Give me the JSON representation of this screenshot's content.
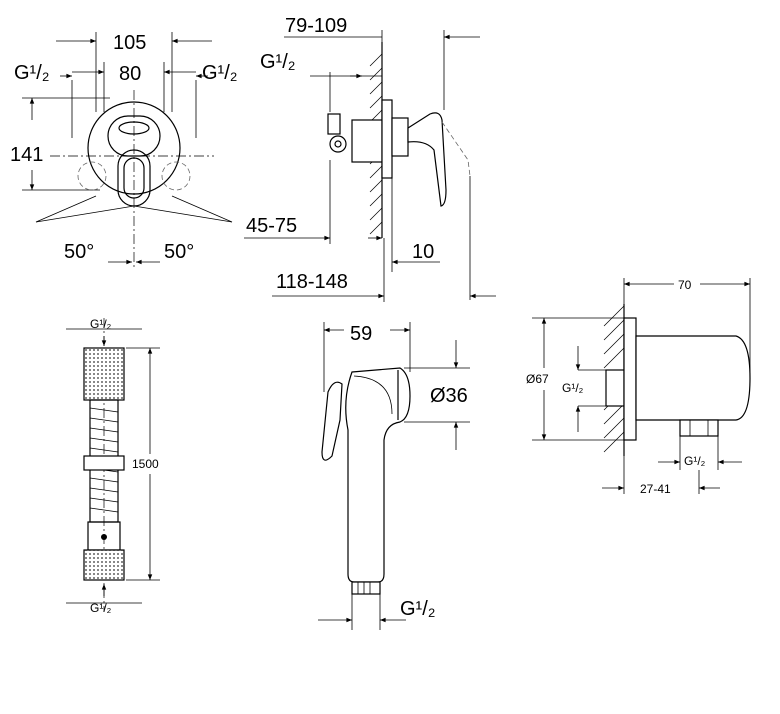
{
  "labels": {
    "mixer_w_outer": "105",
    "mixer_w_inner": "80",
    "mixer_h": "141",
    "mixer_thread_left": "G¹/₂",
    "mixer_thread_right": "G¹/₂",
    "angle_left": "50°",
    "angle_right": "50°",
    "side_depth_top": "79-109",
    "side_thread": "G¹/₂",
    "side_depth_mid": "45-75",
    "side_plate": "10",
    "side_depth_total": "118-148",
    "hose_thread_top": "G¹/₂",
    "hose_length": "1500",
    "hose_thread_bottom": "G¹/₂",
    "spray_width": "59",
    "spray_diameter": "Ø36",
    "spray_thread": "G¹/₂",
    "elbow_width": "70",
    "elbow_diameter": "Ø67",
    "elbow_thread_in": "G¹/₂",
    "elbow_thread_out": "G¹/₂",
    "elbow_depth": "27-41"
  }
}
